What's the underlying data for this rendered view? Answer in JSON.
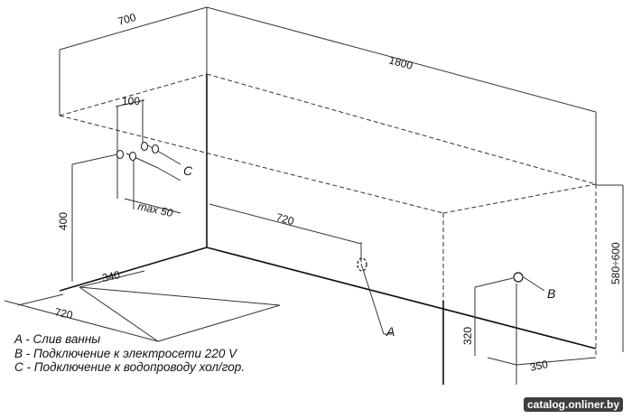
{
  "dimensions": {
    "width_top": "700",
    "length_top": "1800",
    "pipe_spacing": "100",
    "max_offset": "max 50",
    "pipe_height": "400",
    "drain_offset": "720",
    "floor_width": "340",
    "floor_length": "720",
    "height_range": "580÷600",
    "outlet_height": "320",
    "outlet_offset": "350"
  },
  "labels": {
    "a": "A",
    "b": "B",
    "c": "C"
  },
  "legend": [
    "A - Слив ванны",
    "B - Подключение к электросети 220 V",
    "C - Подключение к водопроводу хол/гор."
  ],
  "watermark": "catalog.onliner.by"
}
